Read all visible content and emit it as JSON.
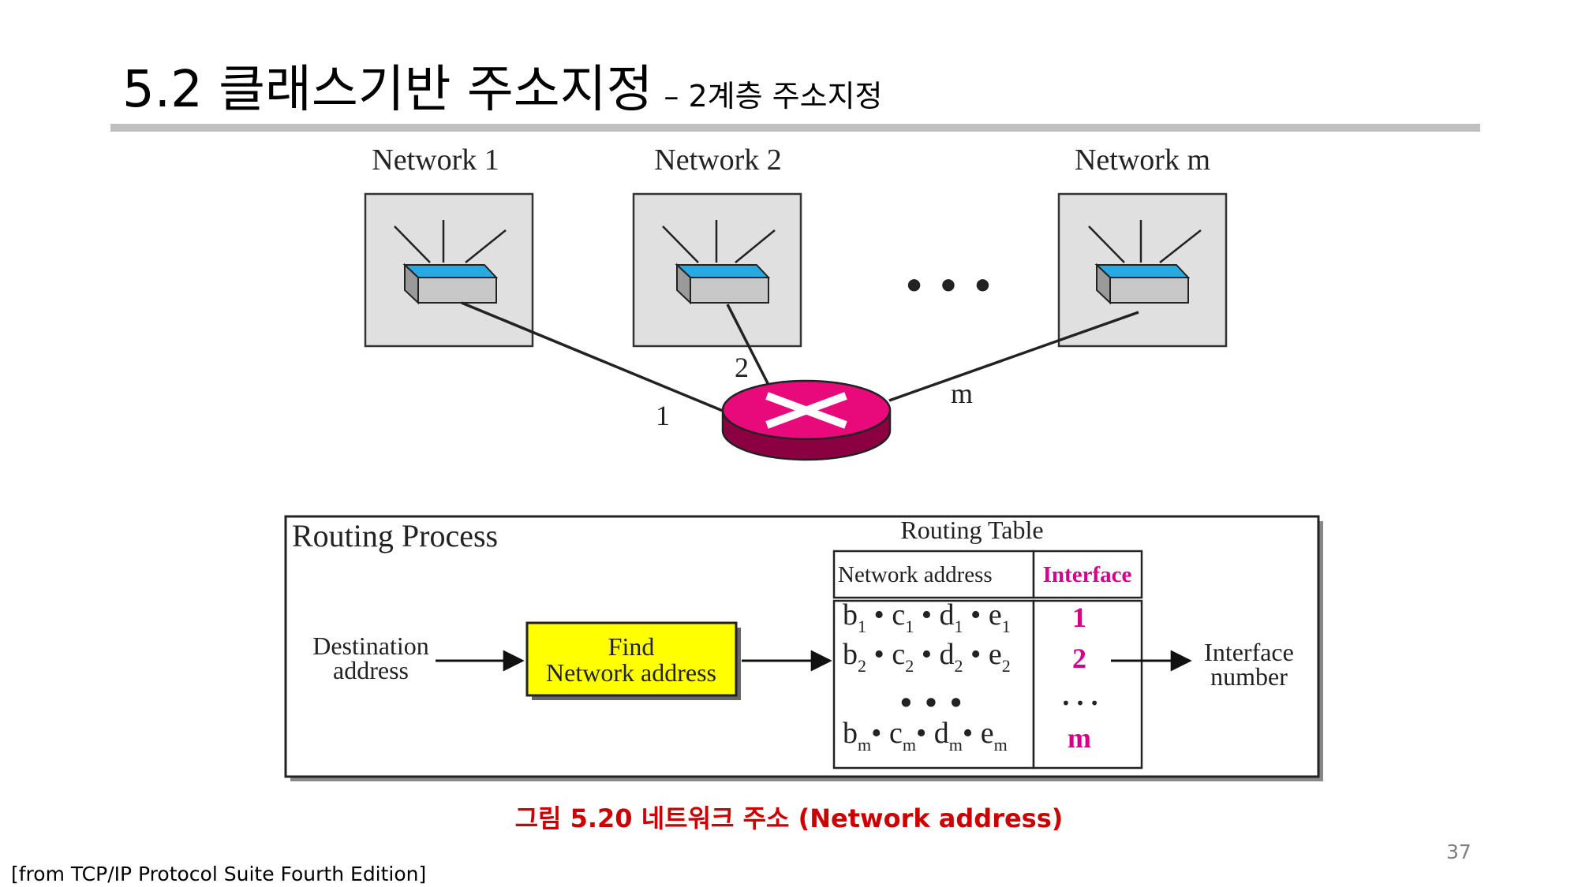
{
  "slide": {
    "title": "5.2 클래스기반 주소지정",
    "subtitle": "– 2계층 주소지정",
    "caption": "그림 5.20 네트워크 주소 (Network address)",
    "source": "[from TCP/IP Protocol Suite Fourth Edition]",
    "page_number": "37"
  },
  "diagram": {
    "networks": [
      {
        "label": "Network 1",
        "link_label": "1"
      },
      {
        "label": "Network 2",
        "link_label": "2"
      },
      {
        "label": "Network m",
        "link_label": "m"
      }
    ],
    "ellipsis": "• • •",
    "routing": {
      "process_title": "Routing Process",
      "destination_line1": "Destination",
      "destination_line2": "address",
      "find_line1": "Find",
      "find_line2": "Network address",
      "table_title": "Routing Table",
      "col_network": "Network address",
      "col_interface": "Interface",
      "rows": [
        {
          "b": "b",
          "c": "c",
          "d": "d",
          "e": "e",
          "sub": "1",
          "interface": "1"
        },
        {
          "b": "b",
          "c": "c",
          "d": "d",
          "e": "e",
          "sub": "2",
          "interface": "2"
        },
        {
          "b": "b",
          "c": "c",
          "d": "d",
          "e": "e",
          "sub": "m",
          "interface": "m"
        }
      ],
      "rows_ellipsis": "• • •",
      "interface_ellipsis": "• • •",
      "output_line1": "Interface",
      "output_line2": "number"
    },
    "colors": {
      "router": "#e8097a",
      "router_dark": "#8a0040",
      "switch_top": "#29a9e1",
      "switch_front": "#c8c8c8",
      "network_box": "#e0e0e0",
      "find_box": "#ffff00",
      "interface_text": "#d4008a"
    }
  }
}
